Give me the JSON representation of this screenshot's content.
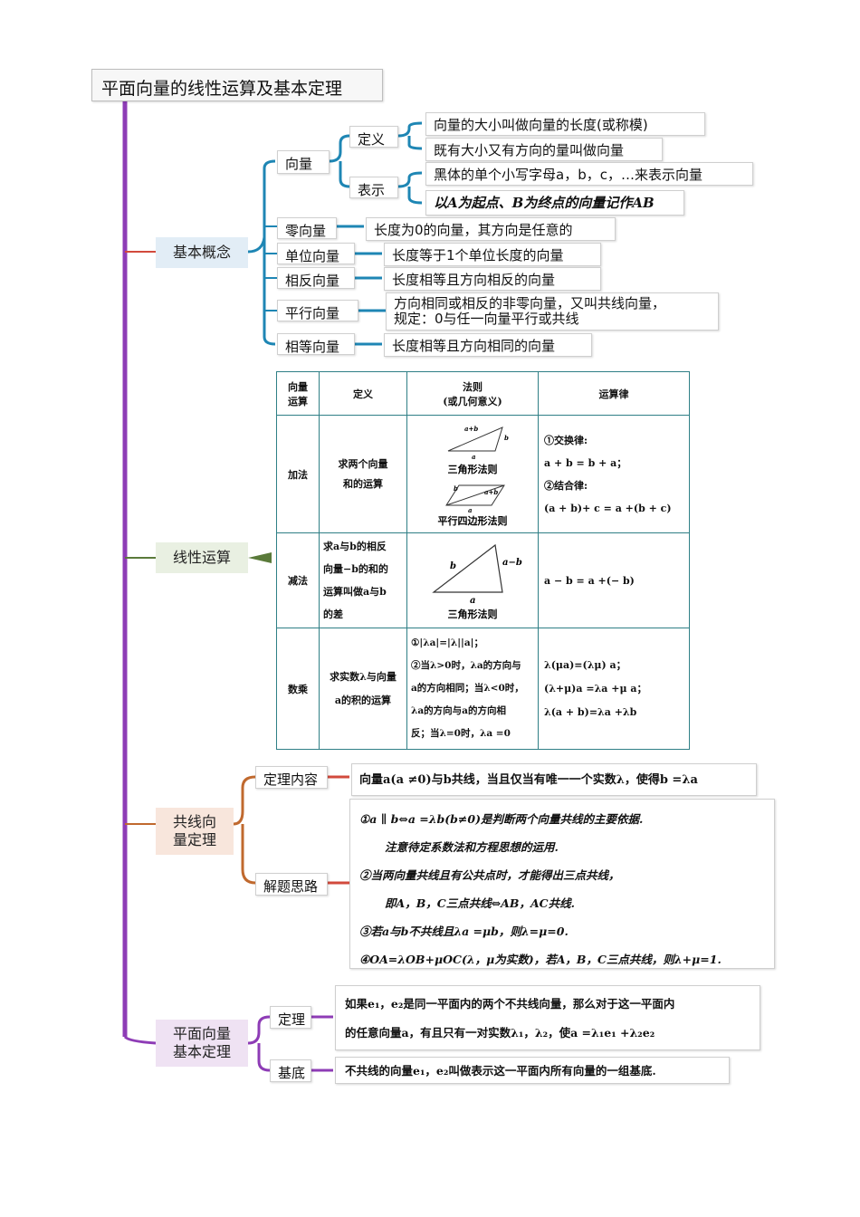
{
  "title": "平面向量的线性运算及基本定理",
  "colors": {
    "spine": "#8e3cb6",
    "blue": "#1e86b4",
    "red": "#d24a3c",
    "green": "#5a7a3a",
    "orange": "#c0692e",
    "purple": "#8e3cb6"
  },
  "basic": {
    "label": "基本概念",
    "vector": {
      "label": "向量",
      "definition": {
        "label": "定义",
        "items": [
          "向量的大小叫做向量的长度(或称模)",
          "既有大小又有方向的量叫做向量"
        ]
      },
      "notation": {
        "label": "表示",
        "items": [
          "黑体的单个小写字母a，b，c，…来表示向量",
          "以A为起点、B为终点的向量记作AB"
        ]
      }
    },
    "items": [
      {
        "label": "零向量",
        "desc": "长度为0的向量，其方向是任意的"
      },
      {
        "label": "单位向量",
        "desc": "长度等于1个单位长度的向量"
      },
      {
        "label": "相反向量",
        "desc": "长度相等且方向相反的向量"
      },
      {
        "label": "平行向量",
        "desc": "方向相同或相反的非零向量，又叫共线向量，",
        "desc2": "规定：0与任一向量平行或共线"
      },
      {
        "label": "相等向量",
        "desc": "长度相等且方向相同的向量"
      }
    ]
  },
  "linear": {
    "label": "线性运算",
    "table": {
      "headers": [
        "向量\n运算",
        "定义",
        "法则\n(或几何意义)",
        "运算律"
      ],
      "add": {
        "name": "加法",
        "def": "求两个向量\n和的运算",
        "rule1": "三角形法则",
        "rule2": "平行四边形法则",
        "law1_title": "①交换律:",
        "law1": "a + b = b + a；",
        "law2_title": "②结合律:",
        "law2": "(a + b)+ c = a +(b + c)",
        "fig1_labels": [
          "a+b",
          "b",
          "a"
        ],
        "fig2_labels": [
          "b",
          "a+b",
          "a"
        ]
      },
      "sub": {
        "name": "减法",
        "def": "求a与b的相反\n向量−b的和的\n运算叫做a与b\n的差",
        "rule": "三角形法则",
        "law": "a − b = a +(− b)",
        "fig_labels": [
          "a−b",
          "b",
          "a"
        ]
      },
      "mul": {
        "name": "数乘",
        "def": "求实数λ与向量\na的积的运算",
        "rule": [
          "①|λa|=|λ||a|；",
          "②当λ>0时，λa的方向与",
          "a的方向相同；当λ<0时，",
          "λa的方向与a的方向相",
          "反；当λ=0时，λa =0"
        ],
        "law": [
          "λ(μa)=(λμ) a；",
          "(λ+μ)a =λa +μ a；",
          "λ(a + b)=λa +λb"
        ]
      }
    }
  },
  "collinear": {
    "label": "共线向\n量定理",
    "content": {
      "label": "定理内容",
      "text": "向量a(a ≠0)与b共线，当且仅当有唯一一个实数λ，使得b =λa"
    },
    "approach": {
      "label": "解题思路",
      "lines": [
        "①a ∥ b⇔a =λb(b≠0)是判断两个向量共线的主要依据.",
        "注意待定系数法和方程思想的运用.",
        "②当两向量共线且有公共点时，才能得出三点共线，",
        "即A，B，C三点共线⇔AB，AC共线.",
        "③若a与b不共线且λa =μb，则λ=μ=0.",
        "④OA=λOB+μOC(λ，μ为实数)，若A，B，C三点共线，则λ+μ=1."
      ]
    }
  },
  "basis": {
    "label": "平面向量\n基本定理",
    "theorem": {
      "label": "定理",
      "lines": [
        "如果e₁，e₂是同一平面内的两个不共线向量，那么对于这一平面内",
        "的任意向量a，有且只有一对实数λ₁，λ₂，使a =λ₁e₁ +λ₂e₂"
      ]
    },
    "base": {
      "label": "基底",
      "text": "不共线的向量e₁，e₂叫做表示这一平面内所有向量的一组基底."
    }
  }
}
